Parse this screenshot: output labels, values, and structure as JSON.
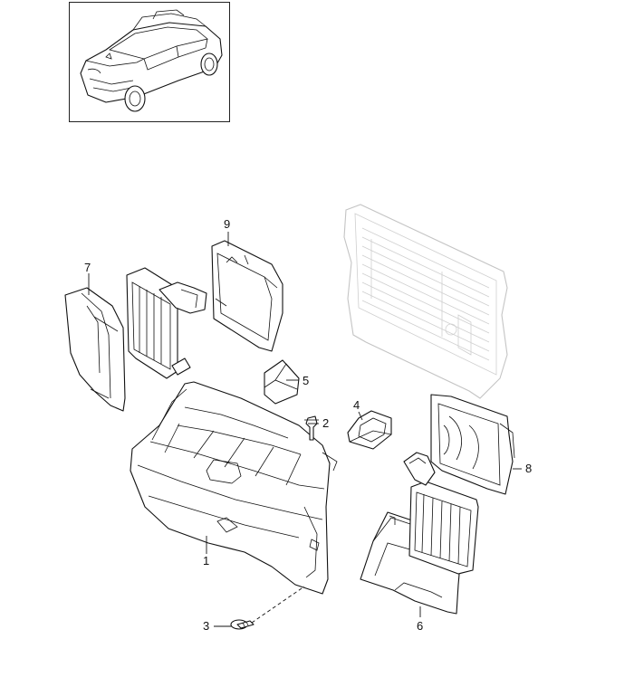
{
  "diagram": {
    "callouts": [
      {
        "id": "1",
        "label": "1"
      },
      {
        "id": "2",
        "label": "2"
      },
      {
        "id": "3",
        "label": "3"
      },
      {
        "id": "4",
        "label": "4"
      },
      {
        "id": "5",
        "label": "5"
      },
      {
        "id": "6",
        "label": "6"
      },
      {
        "id": "7",
        "label": "7"
      },
      {
        "id": "8",
        "label": "8"
      },
      {
        "id": "9",
        "label": "9"
      }
    ],
    "icons": {
      "thumbnail": "suv-vehicle-icon",
      "ghost": "radiator-assembly-outline"
    },
    "colors": {
      "line": "#111111",
      "ghost": "#c4c4c4",
      "background": "#ffffff"
    }
  }
}
